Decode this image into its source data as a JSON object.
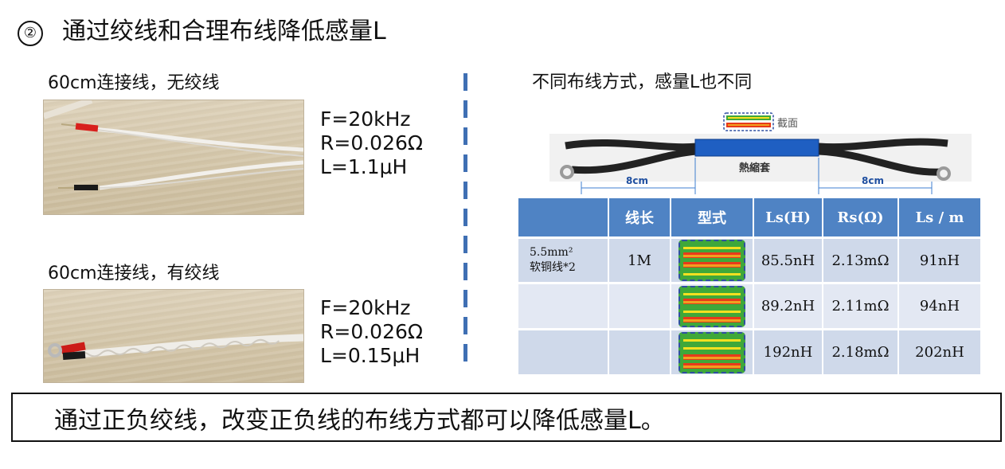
{
  "title": {
    "number": "②",
    "text": "通过绞线和合理布线降低感量L"
  },
  "left": {
    "top_caption": "60cm连接线，无绞线",
    "top_params": [
      "F=20kHz",
      "R=0.026Ω",
      "L=1.1μH"
    ],
    "bottom_caption": "60cm连接线，有绞线",
    "bottom_params": [
      "F=20kHz",
      "R=0.026Ω",
      "L=0.15μH"
    ]
  },
  "right": {
    "title": "不同布线方式，感量L也不同",
    "diagram": {
      "cross_section_label": "截面",
      "heat_shrink_label": "熱縮套",
      "left_length": "8cm",
      "right_length": "8cm"
    },
    "table": {
      "headers": [
        "",
        "线长",
        "型式",
        "Ls(H)",
        "Rs(Ω)",
        "Ls / m"
      ],
      "rows": [
        {
          "material": [
            "5.5mm²",
            "软铜线*2"
          ],
          "length": "1M",
          "ls": "85.5nH",
          "rs": "2.13mΩ",
          "lsm": "91nH"
        },
        {
          "material": [
            "",
            ""
          ],
          "length": "",
          "ls": "89.2nH",
          "rs": "2.11mΩ",
          "lsm": "94nH"
        },
        {
          "material": [
            "",
            ""
          ],
          "length": "",
          "ls": "192nH",
          "rs": "2.18mΩ",
          "lsm": "202nH"
        }
      ]
    }
  },
  "bottom_text": "通过正负绞线，改变正负线的布线方式都可以降低感量L。",
  "colors": {
    "divider": "#3f6fb3",
    "table_header": "#4f83c4",
    "heat_shrink": "#1f5fc2",
    "green": "#3fa83a",
    "red": "#e83a1a",
    "orange": "#f0a020",
    "yellow": "#f5e020"
  }
}
